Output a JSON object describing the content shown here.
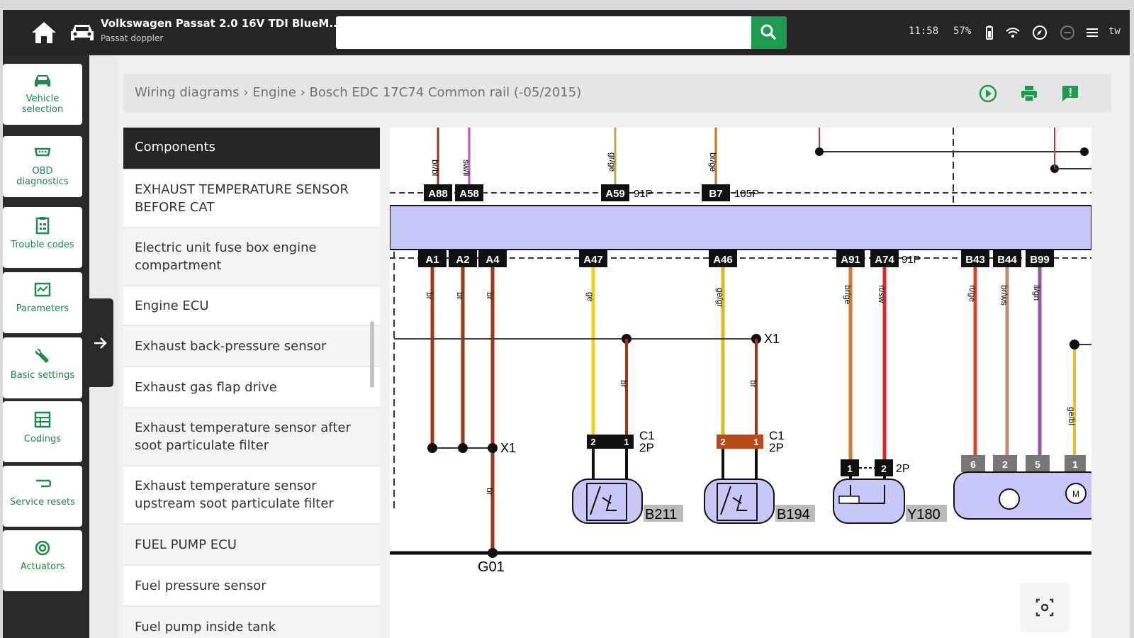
{
  "header": {
    "vehicle_title": "Volkswagen Passat 2.0 16V TDI BlueM...",
    "vehicle_subtitle": "Passat doppler",
    "search_placeholder": "",
    "time": "11:58",
    "battery": "57%",
    "user": "tw"
  },
  "sidebar": {
    "items": [
      {
        "label": "Vehicle selection",
        "icon": "car-icon"
      },
      {
        "label": "OBD diagnostics",
        "icon": "obd-icon"
      },
      {
        "label": "Trouble codes",
        "icon": "clipboard-icon"
      },
      {
        "label": "Parameters",
        "icon": "chart-icon"
      },
      {
        "label": "Basic settings",
        "icon": "wrench-icon"
      },
      {
        "label": "Codings",
        "icon": "grid-icon"
      },
      {
        "label": "Service resets",
        "icon": "reset-icon"
      },
      {
        "label": "Actuators",
        "icon": "actuator-icon"
      }
    ]
  },
  "breadcrumb": {
    "text": "Wiring diagrams › Engine › Bosch EDC 17C74 Common rail (-05/2015)"
  },
  "components": {
    "title": "Components",
    "items": [
      "EXHAUST TEMPERATURE SENSOR BEFORE CAT",
      "Electric unit fuse box engine compartment",
      "Engine ECU",
      "Exhaust back-pressure sensor",
      "Exhaust gas flap drive",
      "Exhaust temperature sensor after soot particulate filter",
      "Exhaust temperature sensor upstream soot particulate filter",
      "FUEL PUMP ECU",
      "Fuel pressure sensor",
      "Fuel pump inside tank"
    ]
  },
  "diagram": {
    "top_pins": [
      "A88",
      "A58",
      "A59",
      "B7"
    ],
    "top_wires": [
      "br/bl",
      "sw/li",
      "gr/ge",
      "br/ge"
    ],
    "top_connectors": [
      "91P",
      "105P"
    ],
    "bottom_pins": [
      "A1",
      "A2",
      "A4",
      "A47",
      "A46",
      "A91",
      "A74",
      "B43",
      "B44",
      "B99"
    ],
    "bottom_connector": "91P",
    "wires": [
      "br",
      "br",
      "br",
      "ge",
      "ge/gr",
      "br",
      "br",
      "br/ge",
      "rt/sw",
      "rt/ge",
      "br/ws",
      "li/gn",
      "ge/bl",
      "br"
    ],
    "junction": "X1",
    "connector_c1": "C1",
    "connector_2p": "2P",
    "components": [
      "B211",
      "B194",
      "Y180"
    ],
    "ground": "G01",
    "pin_numbers": [
      "1",
      "2",
      "6",
      "5",
      "M"
    ],
    "colors": {
      "accent": "#1d9a50",
      "ecu_band": "#c8c8f8",
      "component_fill": "#c8c8f8"
    }
  }
}
